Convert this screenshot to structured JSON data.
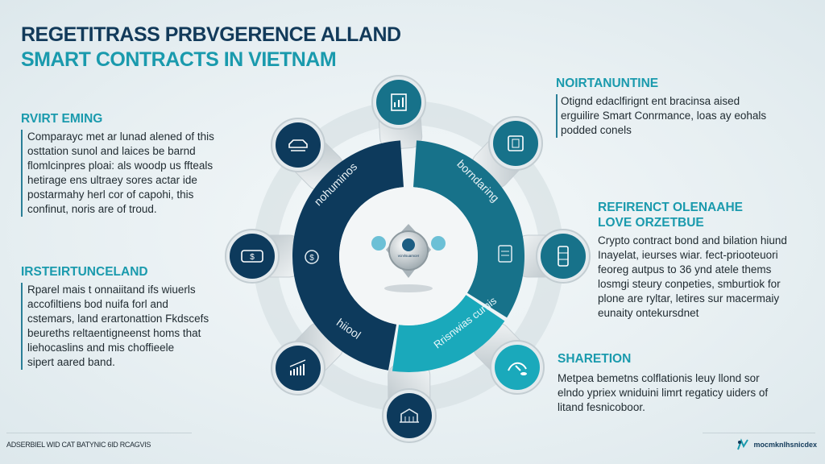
{
  "title": {
    "line1": "REGETITRASS PRBVGERENCE ALLAND",
    "line2": "SMART CONTRACTS IN VIETNAM"
  },
  "left_blocks": [
    {
      "heading": "RVIRT EMING",
      "lines": [
        "Comparayc met ar lunad alened of this",
        "osttation sunol and laices be barnd",
        "flomlcinpres ploai: als woodp us ffteals",
        "hetirage ens ultraey sores actar ide",
        "postarmahy herl cor of capohi, this",
        "confinut, noris are of troud."
      ]
    },
    {
      "heading": "IRSTEIRTUNCELAND",
      "lines": [
        "Rparel mais t onnaiitand ifs wiuerls",
        "accofiltiens bod nuifa forl and",
        "cstemars, land erartonattion Fkdscefs",
        "beureths reltaentigneenst homs that",
        "liehocaslins and mis choffieele",
        "sipert aared band."
      ]
    }
  ],
  "right_blocks": [
    {
      "heading": "NOIRTANUNTINE",
      "lines": [
        "Otignd edaclfirignt ent bracinsa aised",
        "erguilire Smart Conrmance, loas ay eohals",
        "podded conels"
      ]
    },
    {
      "heading_lines": [
        "REFIRENCT OLENAAHE",
        "LOVE ORZETBUE"
      ],
      "lines": [
        "Crypto contract bond and bilation hiund",
        "Inayelat, ieurses wiar. fect-priooteuori",
        "feoreg autpus to 36 ynd atele thems",
        "losmgi steury conpeties, smburtiok for",
        "plone are ryltar, letires sur macermaiy",
        "eunaity ontekursdnet"
      ]
    },
    {
      "heading": "SHARETION",
      "lines": [
        "Metpea bemetns colflationis leuy llond sor",
        "elndo ypriex wniduini limrt regaticy uiders of",
        "litand fesnicoboor."
      ]
    }
  ],
  "ring": {
    "segments": [
      {
        "label": "nohuminos",
        "color": "#0d3a5c"
      },
      {
        "label": "borndaring",
        "color": "#17728a"
      },
      {
        "label": "Rrisnwias curnis",
        "color": "#1aa9bb"
      }
    ],
    "bottom_left_label": "hiiool",
    "center_badge_text": "vcrvlsuamcer"
  },
  "nodes": [
    {
      "icon": "document-chart-icon",
      "color": "#17728a"
    },
    {
      "icon": "tablet-icon",
      "color": "#17728a"
    },
    {
      "icon": "server-icon",
      "color": "#17728a"
    },
    {
      "icon": "handshake-icon",
      "color": "#1aa9bb"
    },
    {
      "icon": "building-icon",
      "color": "#0d3a5c"
    },
    {
      "icon": "bar-chart-icon",
      "color": "#0d3a5c"
    },
    {
      "icon": "money-icon",
      "color": "#0d3a5c"
    },
    {
      "icon": "car-icon",
      "color": "#0d3a5c"
    }
  ],
  "footer": {
    "left": "ADSERBIEL WID CAT BATYNIC 6ID RCAGVIS",
    "logo_text": "mocmknlhsnicdex"
  }
}
